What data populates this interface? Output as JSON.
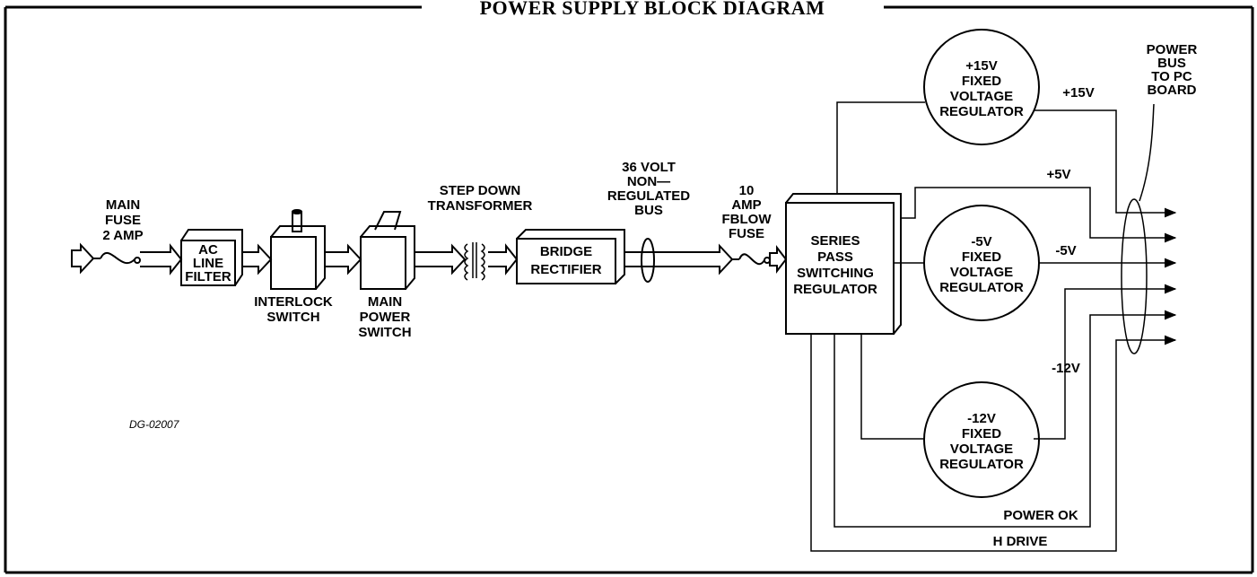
{
  "title": "POWER SUPPLY BLOCK DIAGRAM",
  "drawing_code": "DG-02007",
  "labels": {
    "main_fuse": [
      "MAIN",
      "FUSE",
      "2 AMP"
    ],
    "ac_filter": [
      "AC",
      "LINE",
      "FILTER"
    ],
    "interlock": [
      "INTERLOCK",
      "SWITCH"
    ],
    "main_power": [
      "MAIN",
      "POWER",
      "SWITCH"
    ],
    "transformer": [
      "STEP DOWN",
      "TRANSFORMER"
    ],
    "bridge": [
      "BRIDGE",
      "RECTIFIER"
    ],
    "bus36": [
      "36 VOLT",
      "NON—",
      "REGULATED",
      "BUS"
    ],
    "fuse10": [
      "10",
      "AMP",
      "FBLOW",
      "FUSE"
    ],
    "series": [
      "SERIES",
      "PASS",
      "SWITCHING",
      "REGULATOR"
    ],
    "reg15": [
      "+15V",
      "FIXED",
      "VOLTAGE",
      "REGULATOR"
    ],
    "reg5": [
      "-5V",
      "FIXED",
      "VOLTAGE",
      "REGULATOR"
    ],
    "reg12": [
      "-12V",
      "FIXED",
      "VOLTAGE",
      "REGULATOR"
    ],
    "powerbus": [
      "POWER",
      "BUS",
      "TO PC",
      "BOARD"
    ],
    "out_p15": "+15V",
    "out_p5": "+5V",
    "out_m5": "-5V",
    "out_m12": "-12V",
    "power_ok": "POWER OK",
    "h_drive": "H DRIVE"
  }
}
